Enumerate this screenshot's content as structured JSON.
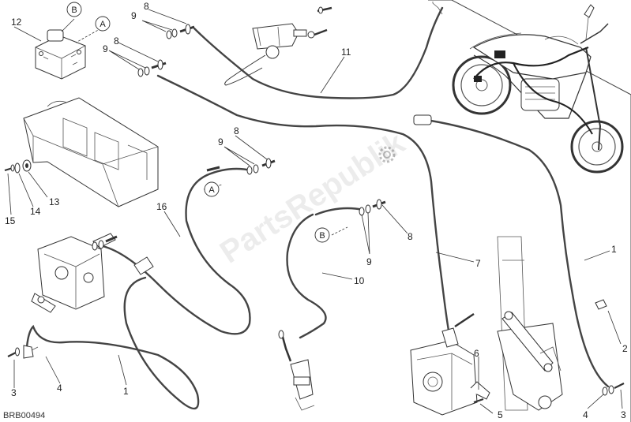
{
  "diagram": {
    "reference_code": "BRB00494",
    "watermark": "PartsRepublik",
    "callouts": [
      {
        "id": "c1a",
        "text": "1"
      },
      {
        "id": "c1b",
        "text": "1"
      },
      {
        "id": "c2",
        "text": "2"
      },
      {
        "id": "c3a",
        "text": "3"
      },
      {
        "id": "c3b",
        "text": "3"
      },
      {
        "id": "c4a",
        "text": "4"
      },
      {
        "id": "c4b",
        "text": "4"
      },
      {
        "id": "c5",
        "text": "5"
      },
      {
        "id": "c6",
        "text": "6"
      },
      {
        "id": "c7",
        "text": "7"
      },
      {
        "id": "c8a",
        "text": "8"
      },
      {
        "id": "c8b",
        "text": "8"
      },
      {
        "id": "c8c",
        "text": "8"
      },
      {
        "id": "c8d",
        "text": "8"
      },
      {
        "id": "c9a",
        "text": "9"
      },
      {
        "id": "c9b",
        "text": "9"
      },
      {
        "id": "c9c",
        "text": "9"
      },
      {
        "id": "c9d",
        "text": "9"
      },
      {
        "id": "c10",
        "text": "10"
      },
      {
        "id": "c11",
        "text": "11"
      },
      {
        "id": "c12",
        "text": "12"
      },
      {
        "id": "c13",
        "text": "13"
      },
      {
        "id": "c14",
        "text": "14"
      },
      {
        "id": "c15",
        "text": "15"
      },
      {
        "id": "c16",
        "text": "16"
      }
    ],
    "connection_markers": [
      {
        "id": "mB1",
        "text": "B"
      },
      {
        "id": "mA1",
        "text": "A"
      },
      {
        "id": "mA2",
        "text": "A"
      },
      {
        "id": "mB2",
        "text": "B"
      }
    ]
  }
}
